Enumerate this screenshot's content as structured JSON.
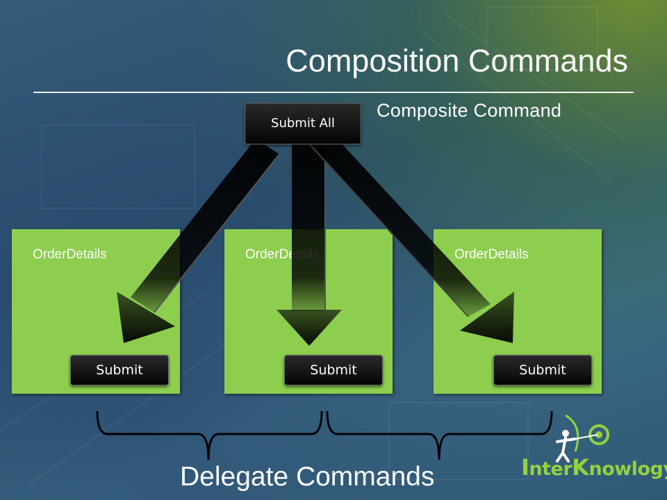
{
  "title": "Composition Commands",
  "composite_label": "Composite Command",
  "submit_all_label": "Submit All",
  "panels": [
    {
      "label": "OrderDetails",
      "button": "Submit"
    },
    {
      "label": "OrderDetails",
      "button": "Submit"
    },
    {
      "label": "OrderDetails",
      "button": "Submit"
    }
  ],
  "footer": "Delegate Commands",
  "logo": {
    "prefix_cap": "I",
    "prefix": "nter",
    "suffix_cap": "K",
    "suffix": "nowlogy"
  },
  "colors": {
    "panel": "#8dce4f",
    "logo": "#93d13f",
    "button": "#0a0a0a"
  }
}
